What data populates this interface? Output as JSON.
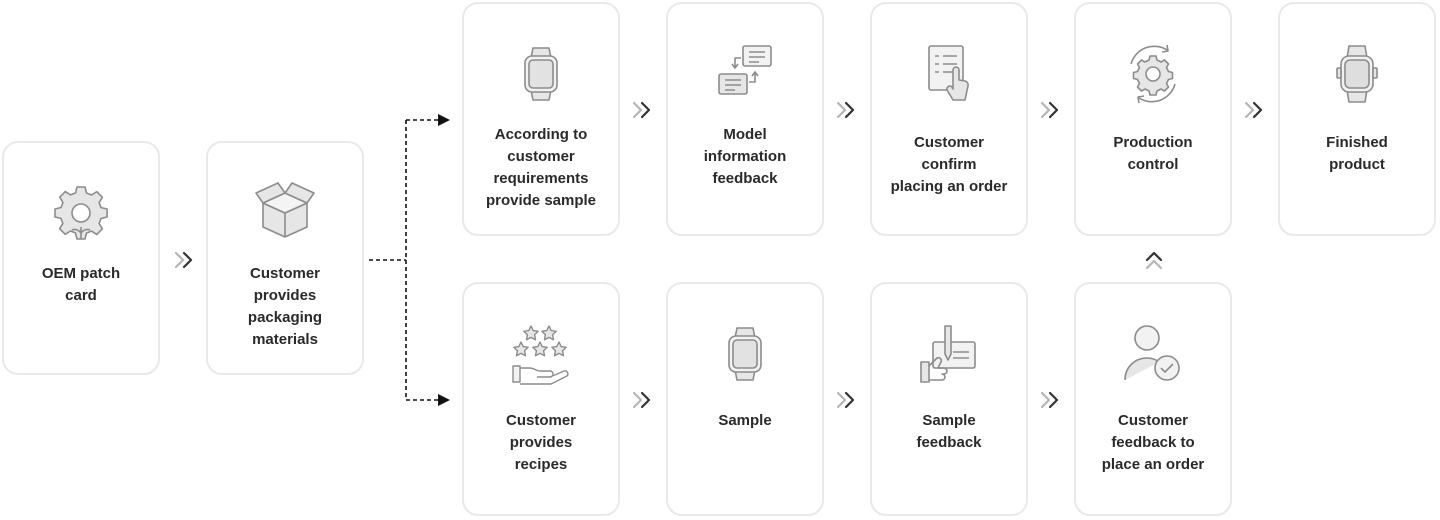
{
  "steps": {
    "oem_patch_card": {
      "label": "OEM patch\ncard",
      "icon": "gear-plant-icon"
    },
    "packaging": {
      "label": "Customer\nprovides\npackaging\nmaterials",
      "icon": "open-box-icon"
    },
    "provide_sample": {
      "label": "According to\ncustomer\nrequirements\nprovide sample",
      "icon": "watch-icon"
    },
    "model_feedback": {
      "label": "Model\ninformation\nfeedback",
      "icon": "chat-exchange-icon"
    },
    "confirm_order": {
      "label": "Customer\nconfirm\nplacing an order",
      "icon": "checklist-hand-icon"
    },
    "production_control": {
      "label": "Production\ncontrol",
      "icon": "gear-cycle-icon"
    },
    "finished_product": {
      "label": "Finished\nproduct",
      "icon": "smartwatch-icon"
    },
    "recipes": {
      "label": "Customer\nprovides\nrecipes",
      "icon": "stars-hand-icon"
    },
    "sample": {
      "label": "Sample",
      "icon": "watch-icon"
    },
    "sample_feedback": {
      "label": "Sample\nfeedback",
      "icon": "feedback-form-icon"
    },
    "customer_feedback": {
      "label": "Customer\nfeedback to\nplace an order",
      "icon": "user-check-icon"
    }
  },
  "colors": {
    "card_border": "#e9e9e9",
    "text": "#2a2a2a",
    "icon_stroke": "#8c8c8c",
    "icon_fill": "#e6e6e6",
    "connector": "#111111"
  }
}
